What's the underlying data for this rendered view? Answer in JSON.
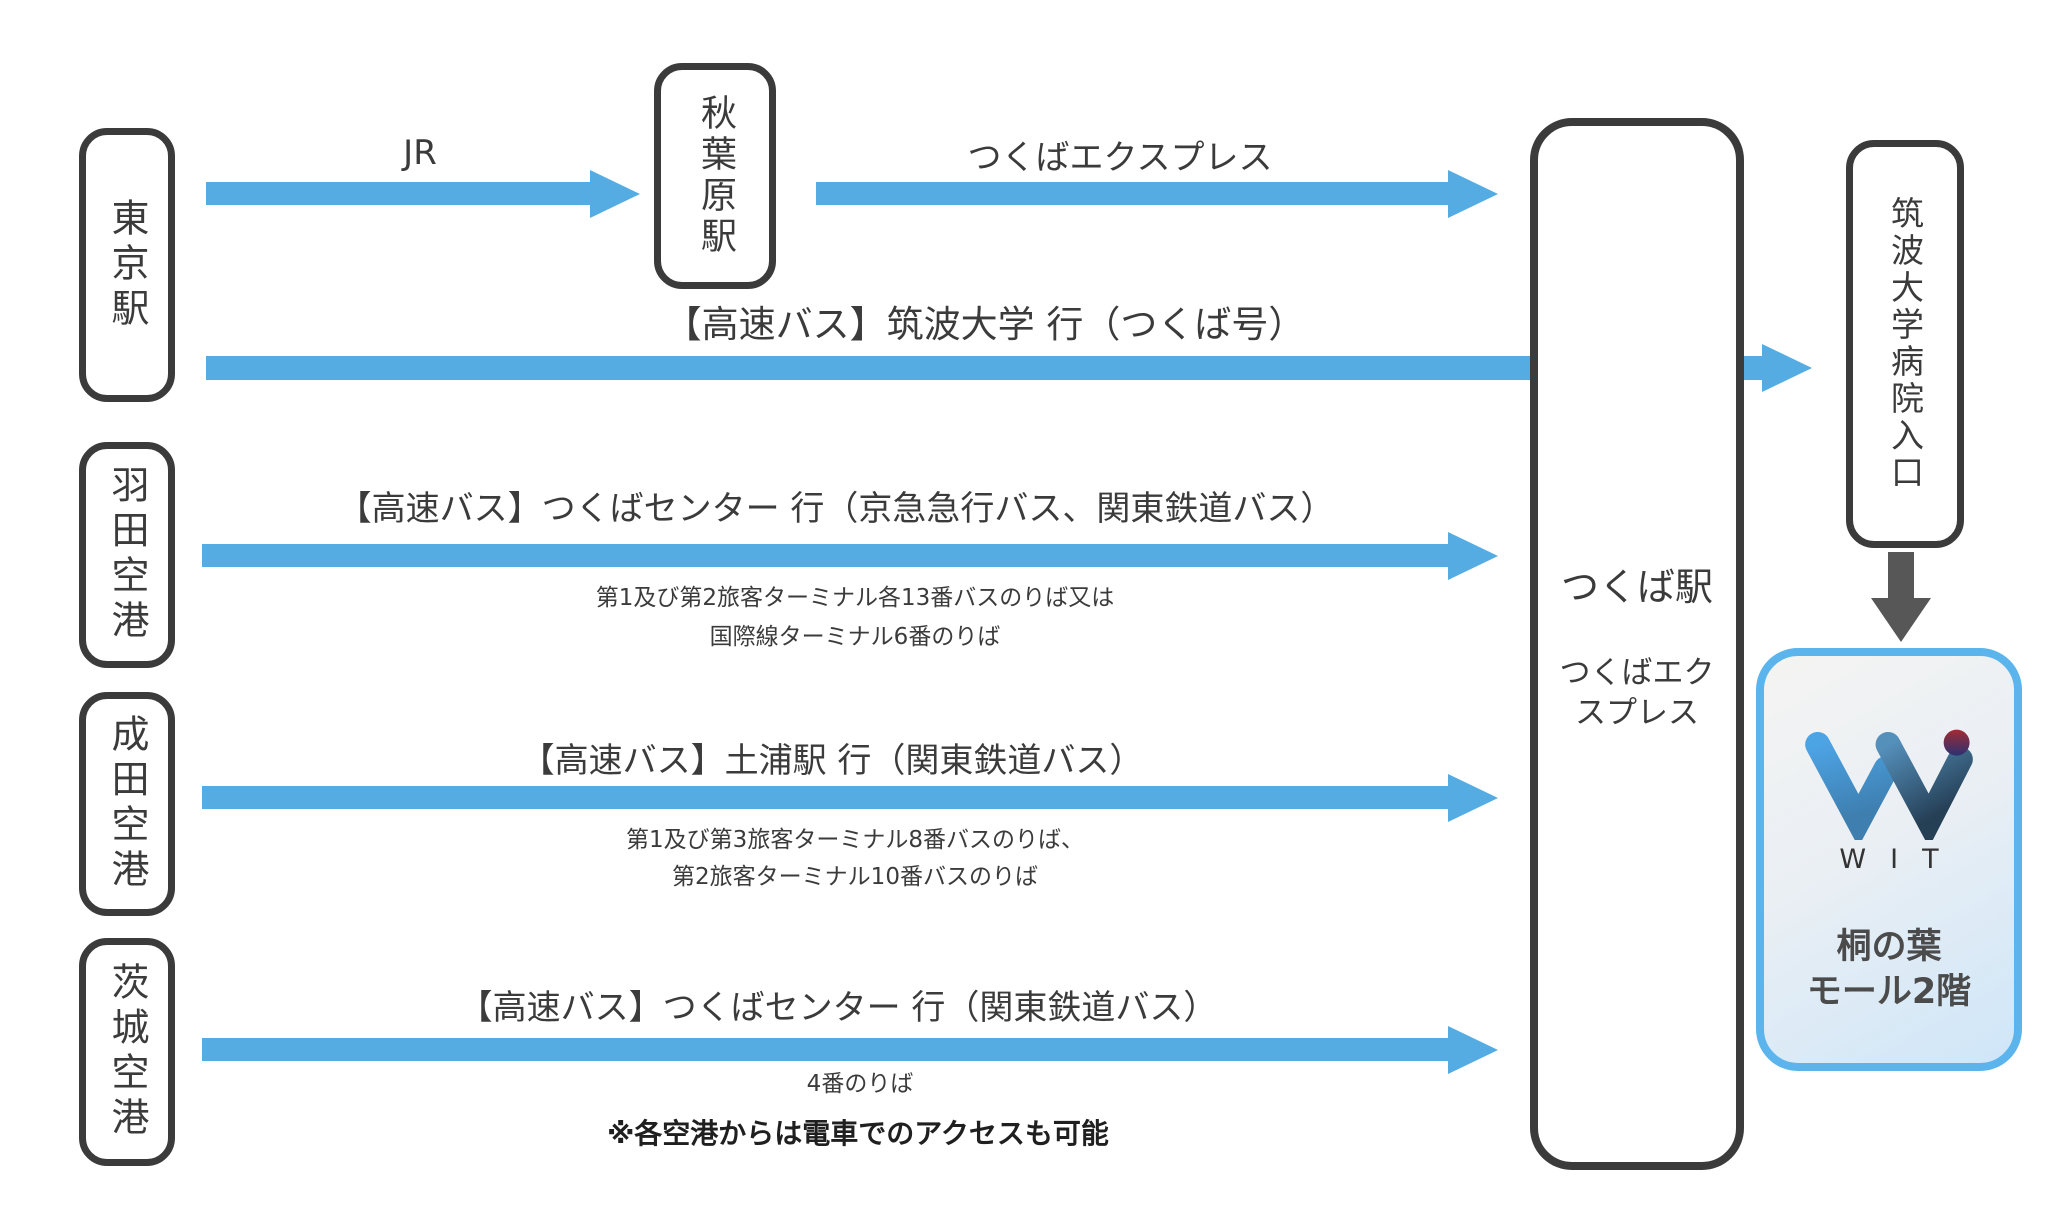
{
  "nodes": {
    "tokyo": {
      "label": "東京駅"
    },
    "haneda": {
      "label": "羽田空港"
    },
    "narita": {
      "label": "成田空港"
    },
    "ibaraki": {
      "label": "茨城空港"
    },
    "akihabara": {
      "label": "秋葉原駅"
    },
    "tsukuba": {
      "label": "つくば駅",
      "sub": "つくばエクスプレス"
    },
    "hospital": {
      "label": "筑波大学病院入口"
    }
  },
  "routes": {
    "jr": {
      "label": "JR"
    },
    "tx": {
      "label": "つくばエクスプレス"
    },
    "tsukubago": {
      "label": "【高速バス】筑波大学 行（つくば号）"
    },
    "haneda": {
      "label": "【高速バス】つくばセンター 行（京急急行バス、関東鉄道バス）",
      "note1": "第1及び第2旅客ターミナル各13番バスのりば又は",
      "note2": "国際線ターミナル6番のりば"
    },
    "narita": {
      "label": "【高速バス】土浦駅 行（関東鉄道バス）",
      "note1": "第1及び第3旅客ターミナル8番バスのりば、",
      "note2": "第2旅客ターミナル10番バスのりば"
    },
    "ibaraki": {
      "label": "【高速バス】つくばセンター 行（関東鉄道バス）",
      "note1": "4番のりば"
    }
  },
  "footnote": "※各空港からは電車でのアクセスも可能",
  "destination": {
    "brand": "WIT",
    "location_line1": "桐の葉",
    "location_line2": "モール2階"
  },
  "colors": {
    "arrow_blue": "#54ace3",
    "border_dark": "#3b3b3b",
    "grey_arrow": "#575757",
    "card_border": "#5bb5ec",
    "logo_blue": "#4da4e5",
    "logo_dark": "#2b4458",
    "logo_dot_red": "#a12b33",
    "logo_dot_indigo": "#2b3172"
  }
}
